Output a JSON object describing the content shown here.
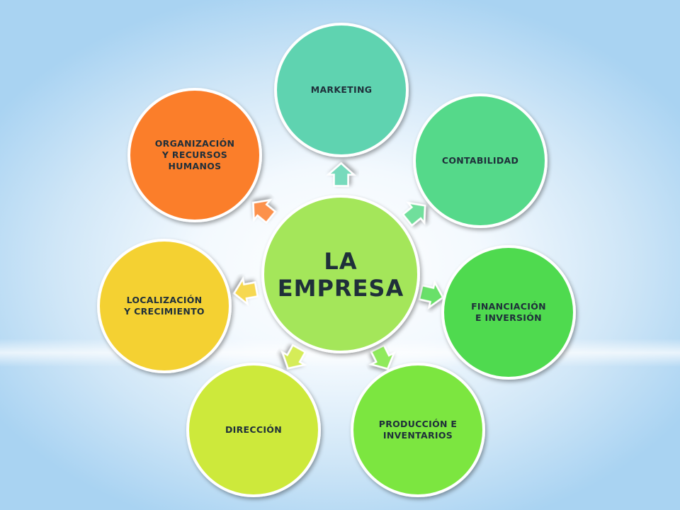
{
  "center": {
    "lines": [
      "LA",
      "EMPRESA"
    ],
    "color": "#a4e65a"
  },
  "nodes": [
    {
      "id": "marketing",
      "lines": [
        "MARKETING"
      ],
      "color": "#5fd3b0"
    },
    {
      "id": "contabilidad",
      "lines": [
        "CONTABILIDAD"
      ],
      "color": "#55d98a"
    },
    {
      "id": "financiacion",
      "lines": [
        "FINANCIACIÓN",
        "E INVERSIÓN"
      ],
      "color": "#4fda4f"
    },
    {
      "id": "produccion",
      "lines": [
        "PRODUCCIÓN E",
        "INVENTARIOS"
      ],
      "color": "#7be63f"
    },
    {
      "id": "direccion",
      "lines": [
        "DIRECCIÓN"
      ],
      "color": "#cde93a"
    },
    {
      "id": "localizacion",
      "lines": [
        "LOCALIZACIÓN",
        "Y CRECIMIENTO"
      ],
      "color": "#f4d132"
    },
    {
      "id": "organizacion",
      "lines": [
        "ORGANIZACIÓN",
        "Y RECURSOS",
        "HUMANOS"
      ],
      "color": "#fb7e2b"
    }
  ]
}
